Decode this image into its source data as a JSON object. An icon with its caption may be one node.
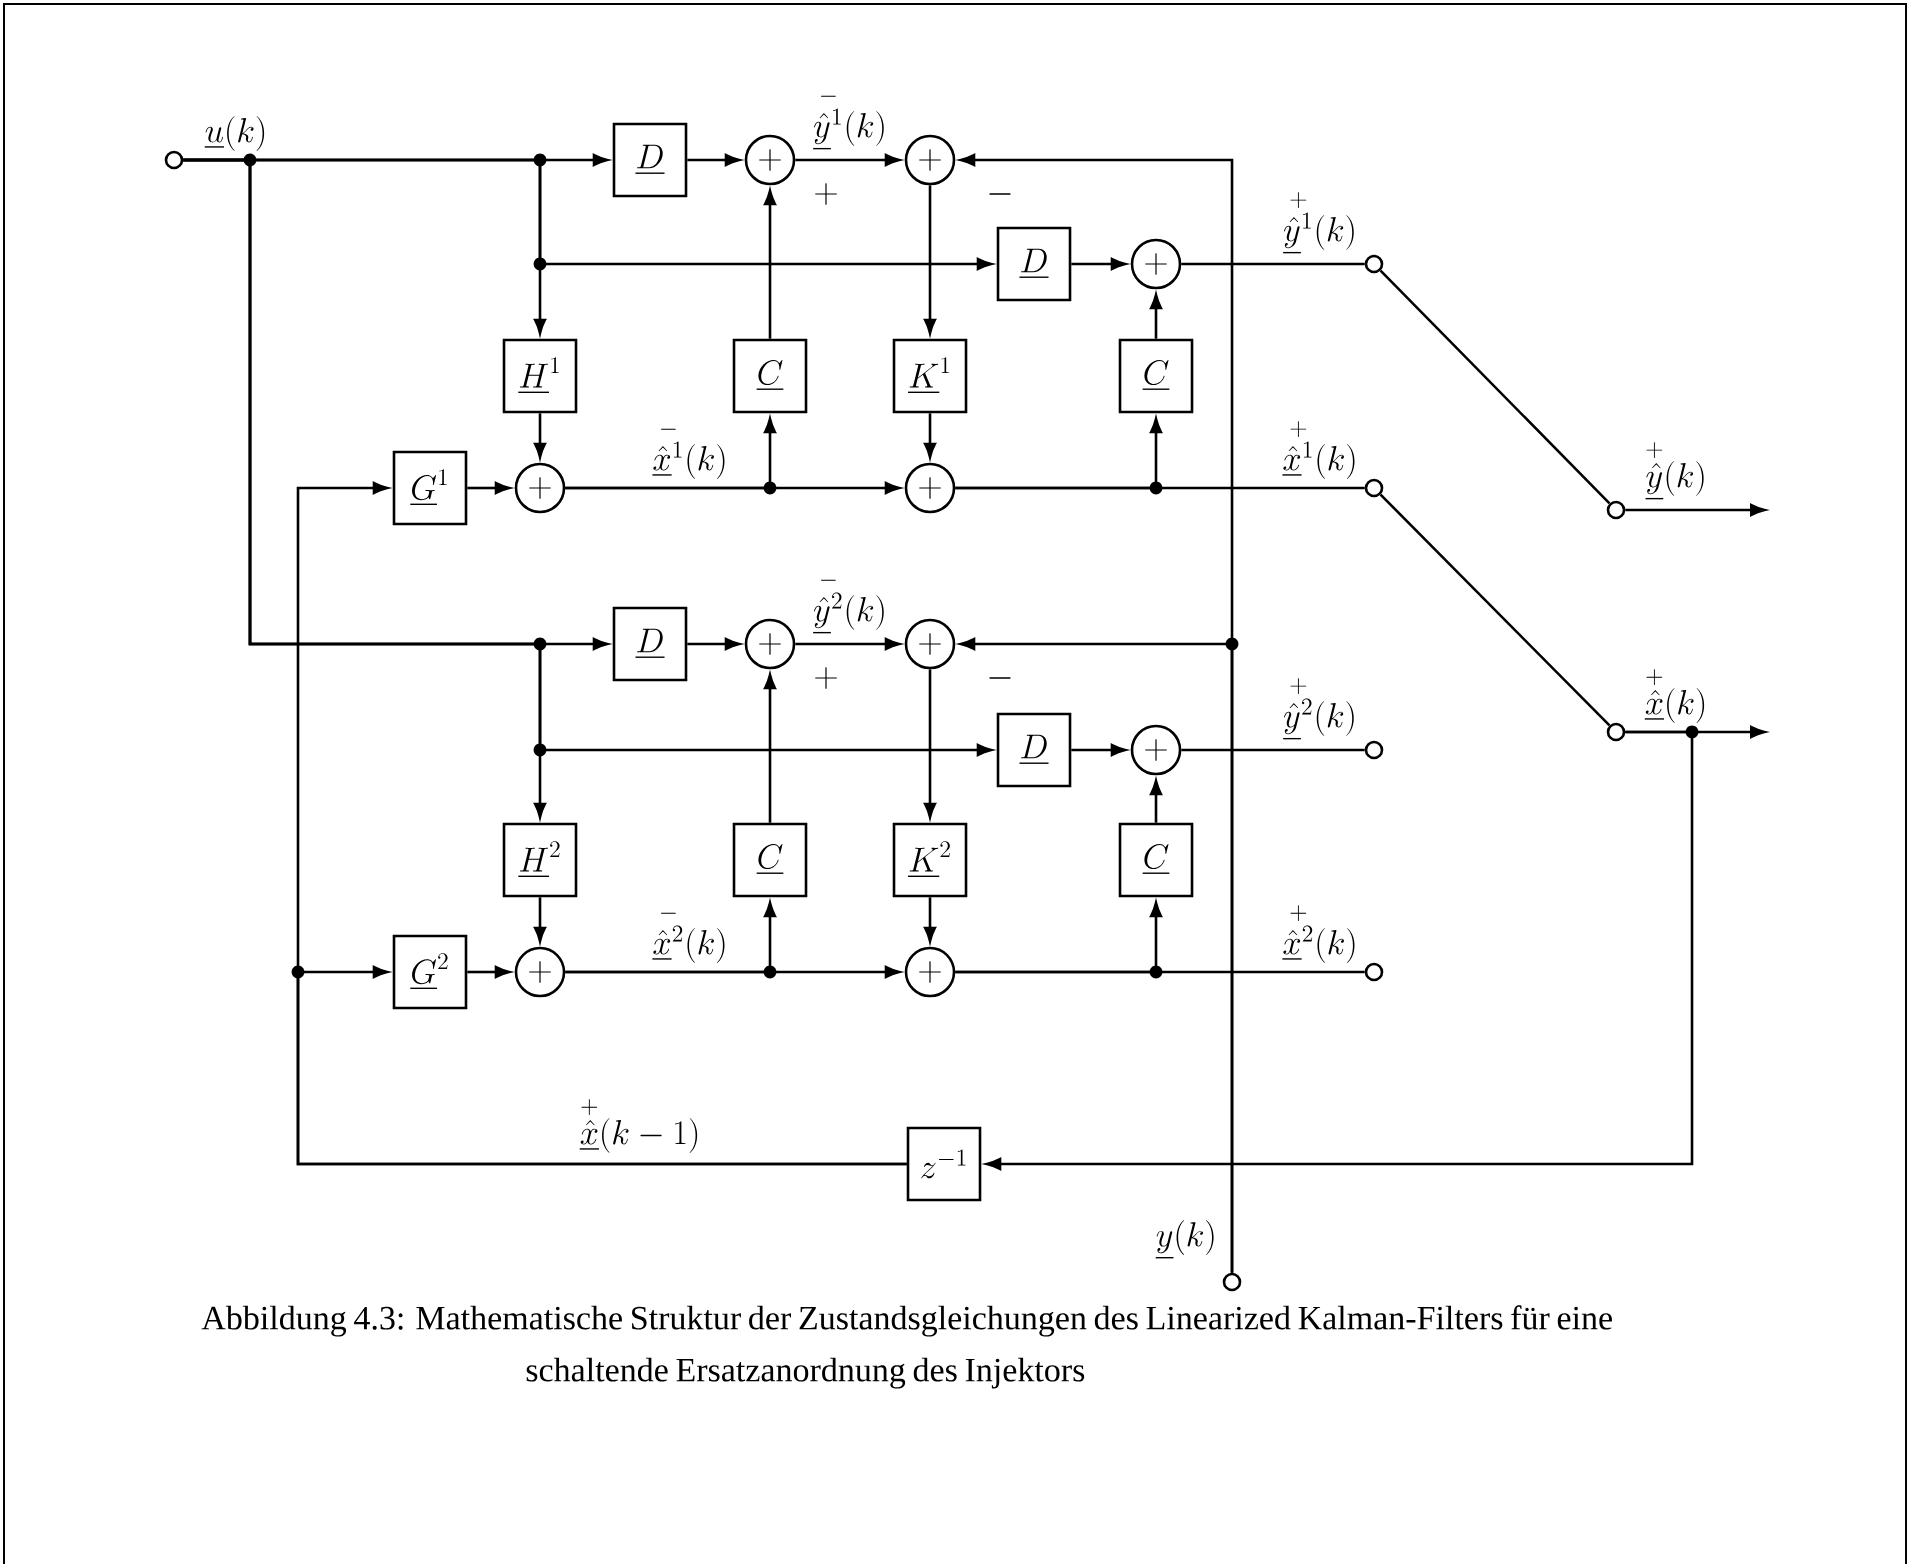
{
  "diagram": {
    "caption": "Abbildung 4.3: Mathematische Struktur der Zustandsgleichungen des Linearized Kalman-Filters für eine schaltende Ersatzanordnung des Injektors",
    "nodes": [
      {
        "text": [],
        "shape": "circle",
        "beside": [
          "\\underline{u}(k)"
        ]
      },
      {
        "text": [
          "\\underline{D}"
        ]
      },
      {
        "text": [
          "+"
        ]
      },
      {
        "text": [
          "+"
        ]
      },
      {
        "text": [
          "\\underline{D}"
        ]
      },
      {
        "text": [
          "+"
        ]
      },
      {
        "text": [],
        "shape": "circle",
        "beside": [
          "\\overset{+}{\\underline{\\hat{y}}{}^{1}}(k)"
        ]
      },
      {
        "text": [
          "\\underline{H}^{1}"
        ]
      },
      {
        "text": [
          "\\underline{C}"
        ]
      },
      {
        "text": [
          "\\underline{K}^{1}"
        ]
      },
      {
        "text": [
          "\\underline{C}"
        ]
      },
      {
        "text": [
          "\\underline{G}^{1}"
        ]
      },
      {
        "text": [
          "+"
        ]
      },
      {
        "text": [
          "+"
        ]
      },
      {
        "text": [],
        "shape": "circle",
        "beside": [
          "\\overset{+}{\\underline{\\hat{x}}{}^{1}}(k)"
        ]
      },
      {
        "text": [],
        "shape": "circle",
        "beside": [
          "\\overset{+}{\\underline{\\hat{y}}}(k)"
        ]
      },
      {
        "text": [
          "\\underline{D}"
        ]
      },
      {
        "text": [
          "+"
        ]
      },
      {
        "text": [
          "+"
        ]
      },
      {
        "text": [],
        "shape": "circle",
        "beside": [
          "\\overset{+}{\\underline{\\hat{x}}}(k)"
        ]
      },
      {
        "text": [
          "\\underline{D}"
        ]
      },
      {
        "text": [
          "+"
        ]
      },
      {
        "text": [],
        "shape": "circle",
        "beside": [
          "\\overset{+}{\\underline{\\hat{y}}{}^{2}}(k)"
        ]
      },
      {
        "text": [
          "\\underline{H}^{2}"
        ]
      },
      {
        "text": [
          "\\underline{C}"
        ]
      },
      {
        "text": [
          "\\underline{K}^{2}"
        ]
      },
      {
        "text": [
          "\\underline{C}"
        ]
      },
      {
        "text": [
          "\\underline{G}^{2}"
        ]
      },
      {
        "text": [
          "+"
        ]
      },
      {
        "text": [
          "+"
        ]
      },
      {
        "text": [],
        "shape": "circle",
        "beside": [
          "\\overset{+}{\\underline{\\hat{x}}{}^{2}}(k)"
        ]
      },
      {
        "text": [
          "z^{-1}"
        ]
      },
      {
        "text": [],
        "shape": "circle",
        "beside": [
          "\\underline{y}(k)"
        ]
      }
    ],
    "edges": [
      {
        "from": 0,
        "to": 1,
        "arrow": "to"
      },
      {
        "from": 0,
        "to": 4,
        "arrow": "to"
      },
      {
        "from": 0,
        "to": 7,
        "arrow": "to"
      },
      {
        "from": 0,
        "to": 16,
        "arrow": "to"
      },
      {
        "from": 0,
        "to": 20,
        "arrow": "to"
      },
      {
        "from": 0,
        "to": 23,
        "arrow": "to"
      },
      {
        "from": 1,
        "to": 2,
        "arrow": "to"
      },
      {
        "from": 2,
        "to": 3,
        "arrow": "to"
      },
      {
        "from": 32,
        "to": 3,
        "arrow": "to"
      },
      {
        "from": 3,
        "to": 9,
        "arrow": "to"
      },
      {
        "from": 4,
        "to": 5,
        "arrow": "to"
      },
      {
        "from": 5,
        "to": 6,
        "arrow": "none"
      },
      {
        "from": 7,
        "to": 12,
        "arrow": "to"
      },
      {
        "from": 8,
        "to": 2,
        "arrow": "to"
      },
      {
        "from": 9,
        "to": 13,
        "arrow": "to"
      },
      {
        "from": 10,
        "to": 5,
        "arrow": "to"
      },
      {
        "from": 11,
        "to": 12,
        "arrow": "to"
      },
      {
        "from": 12,
        "to": 8,
        "arrow": "to"
      },
      {
        "from": 12,
        "to": 13,
        "arrow": "to"
      },
      {
        "from": 13,
        "to": 10,
        "arrow": "to"
      },
      {
        "from": 13,
        "to": 14,
        "arrow": "none"
      },
      {
        "from": 6,
        "to": 15,
        "arrow": "none"
      },
      {
        "from": 15,
        "to": null,
        "arrow": "to"
      },
      {
        "from": 14,
        "to": 19,
        "arrow": "none"
      },
      {
        "from": 19,
        "to": null,
        "arrow": "to"
      },
      {
        "from": 19,
        "to": 31,
        "arrow": "to"
      },
      {
        "from": 16,
        "to": 17,
        "arrow": "to"
      },
      {
        "from": 17,
        "to": 18,
        "arrow": "to"
      },
      {
        "from": 32,
        "to": 18,
        "arrow": "to"
      },
      {
        "from": 18,
        "to": 25,
        "arrow": "to"
      },
      {
        "from": 20,
        "to": 21,
        "arrow": "to"
      },
      {
        "from": 21,
        "to": 22,
        "arrow": "none"
      },
      {
        "from": 23,
        "to": 28,
        "arrow": "to"
      },
      {
        "from": 24,
        "to": 17,
        "arrow": "to"
      },
      {
        "from": 25,
        "to": 29,
        "arrow": "to"
      },
      {
        "from": 26,
        "to": 21,
        "arrow": "to"
      },
      {
        "from": 27,
        "to": 28,
        "arrow": "to"
      },
      {
        "from": 28,
        "to": 24,
        "arrow": "to"
      },
      {
        "from": 28,
        "to": 29,
        "arrow": "to"
      },
      {
        "from": 29,
        "to": 26,
        "arrow": "to"
      },
      {
        "from": 29,
        "to": 30,
        "arrow": "none"
      },
      {
        "from": 31,
        "to": 11,
        "arrow": "to"
      },
      {
        "from": 31,
        "to": 27,
        "arrow": "to"
      }
    ],
    "labels": [
      "\\overset{-}{\\underline{\\hat{y}}{}^{1}}(k)",
      "+",
      "-",
      "\\overset{-}{\\underline{\\hat{x}}{}^{1}}(k)",
      "\\overset{-}{\\underline{\\hat{y}}{}^{2}}(k)",
      "+",
      "-",
      "\\overset{-}{\\underline{\\hat{x}}{}^{2}}(k)",
      "\\overset{+}{\\underline{\\hat{x}}}(k-1)"
    ]
  }
}
